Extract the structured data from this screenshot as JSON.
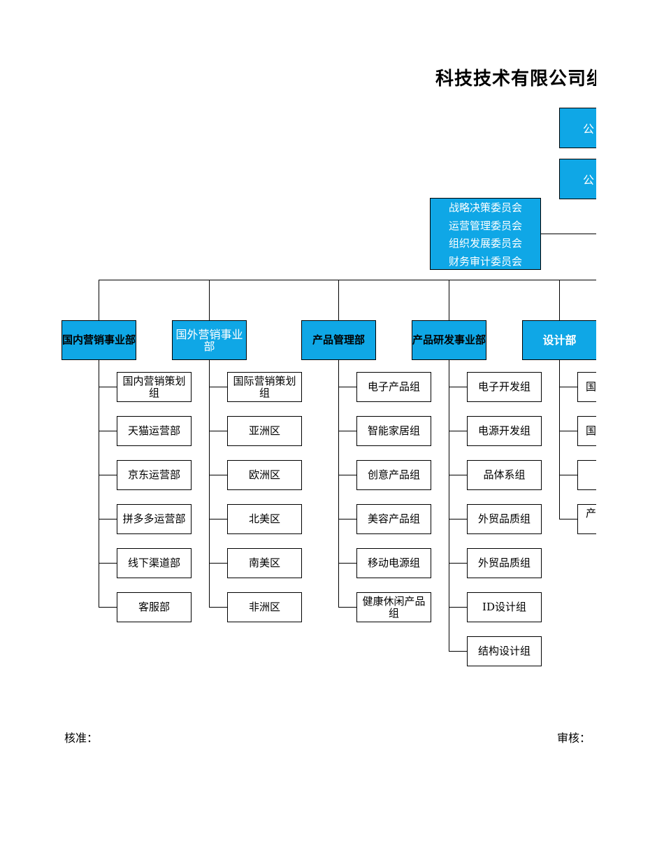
{
  "title": "科技技术有限公司组",
  "top_boxes": [
    "公",
    "公"
  ],
  "committees": [
    "战略决策委员会",
    "运营管理委员会",
    "组织发展委员会",
    "财务审计委员会"
  ],
  "departments": [
    {
      "name": "国内营销事业部",
      "subs": [
        "国内营销策划组",
        "天猫运营部",
        "京东运营部",
        "拼多多运营部",
        "线下渠道部",
        "客服部"
      ]
    },
    {
      "name": "国外营销事业部",
      "subs": [
        "国际营销策划组",
        "亚洲区",
        "欧洲区",
        "北美区",
        "南美区",
        "非洲区"
      ]
    },
    {
      "name": "产品管理部",
      "subs": [
        "电子产品组",
        "智能家居组",
        "创意产品组",
        "美容产品组",
        "移动电源组",
        "健康休闲产品组"
      ]
    },
    {
      "name": "产品研发事业部",
      "subs": [
        "电子开发组",
        "电源开发组",
        "品体系组",
        "外贸品质组",
        "外贸品质组",
        "ID设计组",
        "结构设计组"
      ]
    },
    {
      "name": "设计部",
      "subs": [
        "国",
        "国",
        "",
        "产"
      ]
    }
  ],
  "footer": {
    "approve": "核准：",
    "review": "审核："
  },
  "colors": {
    "accent": "#0fa7e6",
    "line": "#000000"
  }
}
